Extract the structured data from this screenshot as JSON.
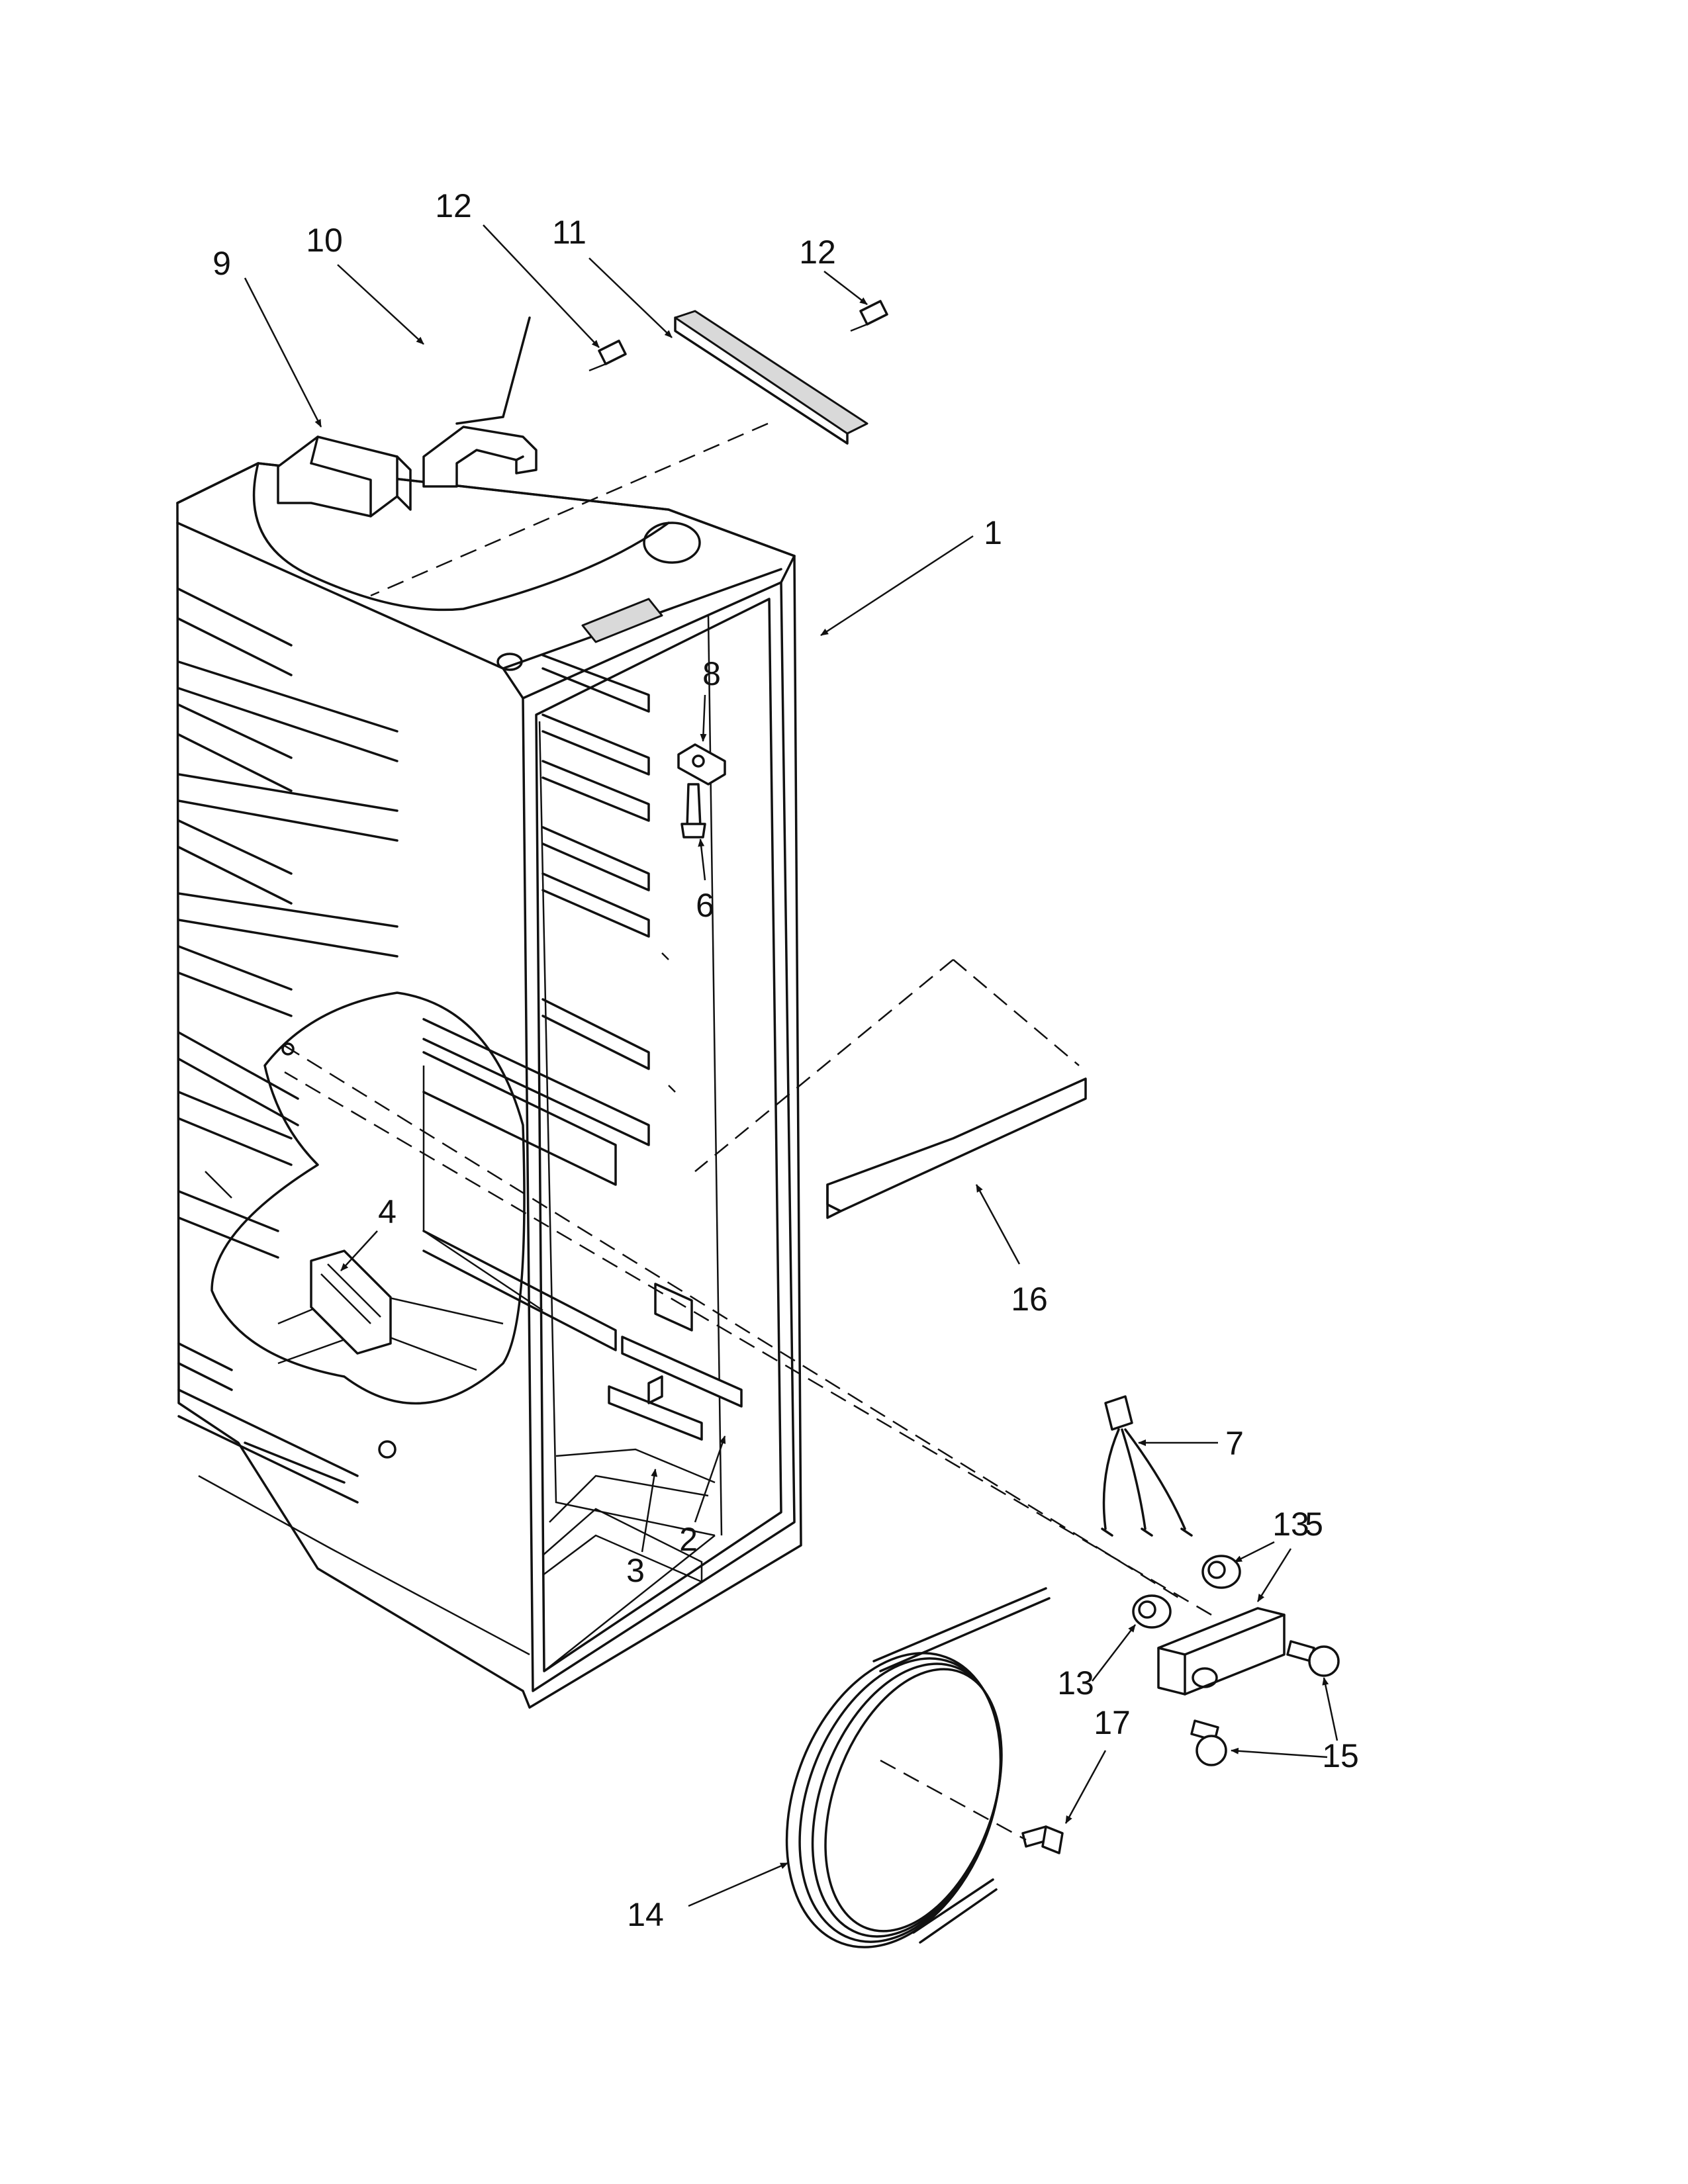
{
  "callouts": {
    "c1": "1",
    "c2": "2",
    "c3": "3",
    "c4": "4",
    "c5": "5",
    "c6": "6",
    "c7": "7",
    "c8": "8",
    "c9": "9",
    "c10": "10",
    "c11": "11",
    "c12a": "12",
    "c12b": "12",
    "c13a": "13",
    "c13b": "13",
    "c14": "14",
    "c15": "15",
    "c16": "16",
    "c17": "17"
  },
  "colors": {
    "line": "#111111",
    "background": "#ffffff",
    "shade": "#d9d9d9"
  }
}
